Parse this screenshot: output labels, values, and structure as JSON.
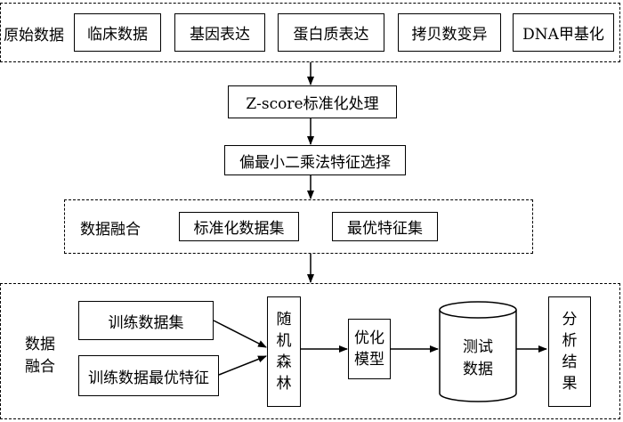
{
  "raw_data": {
    "title": "原始数据",
    "items": [
      "临床数据",
      "基因表达",
      "蛋白质表达",
      "拷贝数变异",
      "DNA甲基化"
    ]
  },
  "steps": {
    "zscore": "Z-score标准化处理",
    "pls": "偏最小二乘法特征选择"
  },
  "fusion": {
    "title": "数据融合",
    "std_set": "标准化数据集",
    "best_features": "最优特征集"
  },
  "model": {
    "title_line1": "数据",
    "title_line2": "融合",
    "train_set": "训练数据集",
    "train_best": "训练数据最优特征",
    "rf": [
      "随",
      "机",
      "森",
      "林"
    ],
    "optimize_line1": "优化",
    "optimize_line2": "模型",
    "test_line1": "测试",
    "test_line2": "数据",
    "result": [
      "分",
      "析",
      "结",
      "果"
    ]
  }
}
